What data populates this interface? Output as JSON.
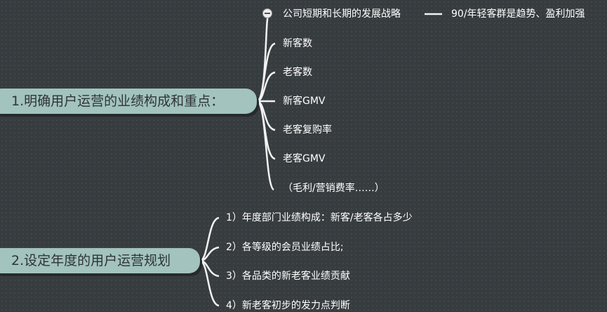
{
  "topics": [
    {
      "label": "1.明确用户运营的业绩构成和重点：",
      "children": [
        "公司短期和长期的发展战略",
        "新客数",
        "老客数",
        "新客GMV",
        "老客复购率",
        "老客GMV",
        "（毛利/营销费率……）"
      ],
      "note": "90/年轻客群是趋势、盈利加强"
    },
    {
      "label": "2.设定年度的用户运营规划",
      "children": [
        "1）年度部门业绩构成：新客/老客各占多少",
        "2）各等级的会员业绩占比;",
        "3）各品类的新老客业绩贡献",
        "4）新老客初步的发力点判断"
      ]
    }
  ]
}
